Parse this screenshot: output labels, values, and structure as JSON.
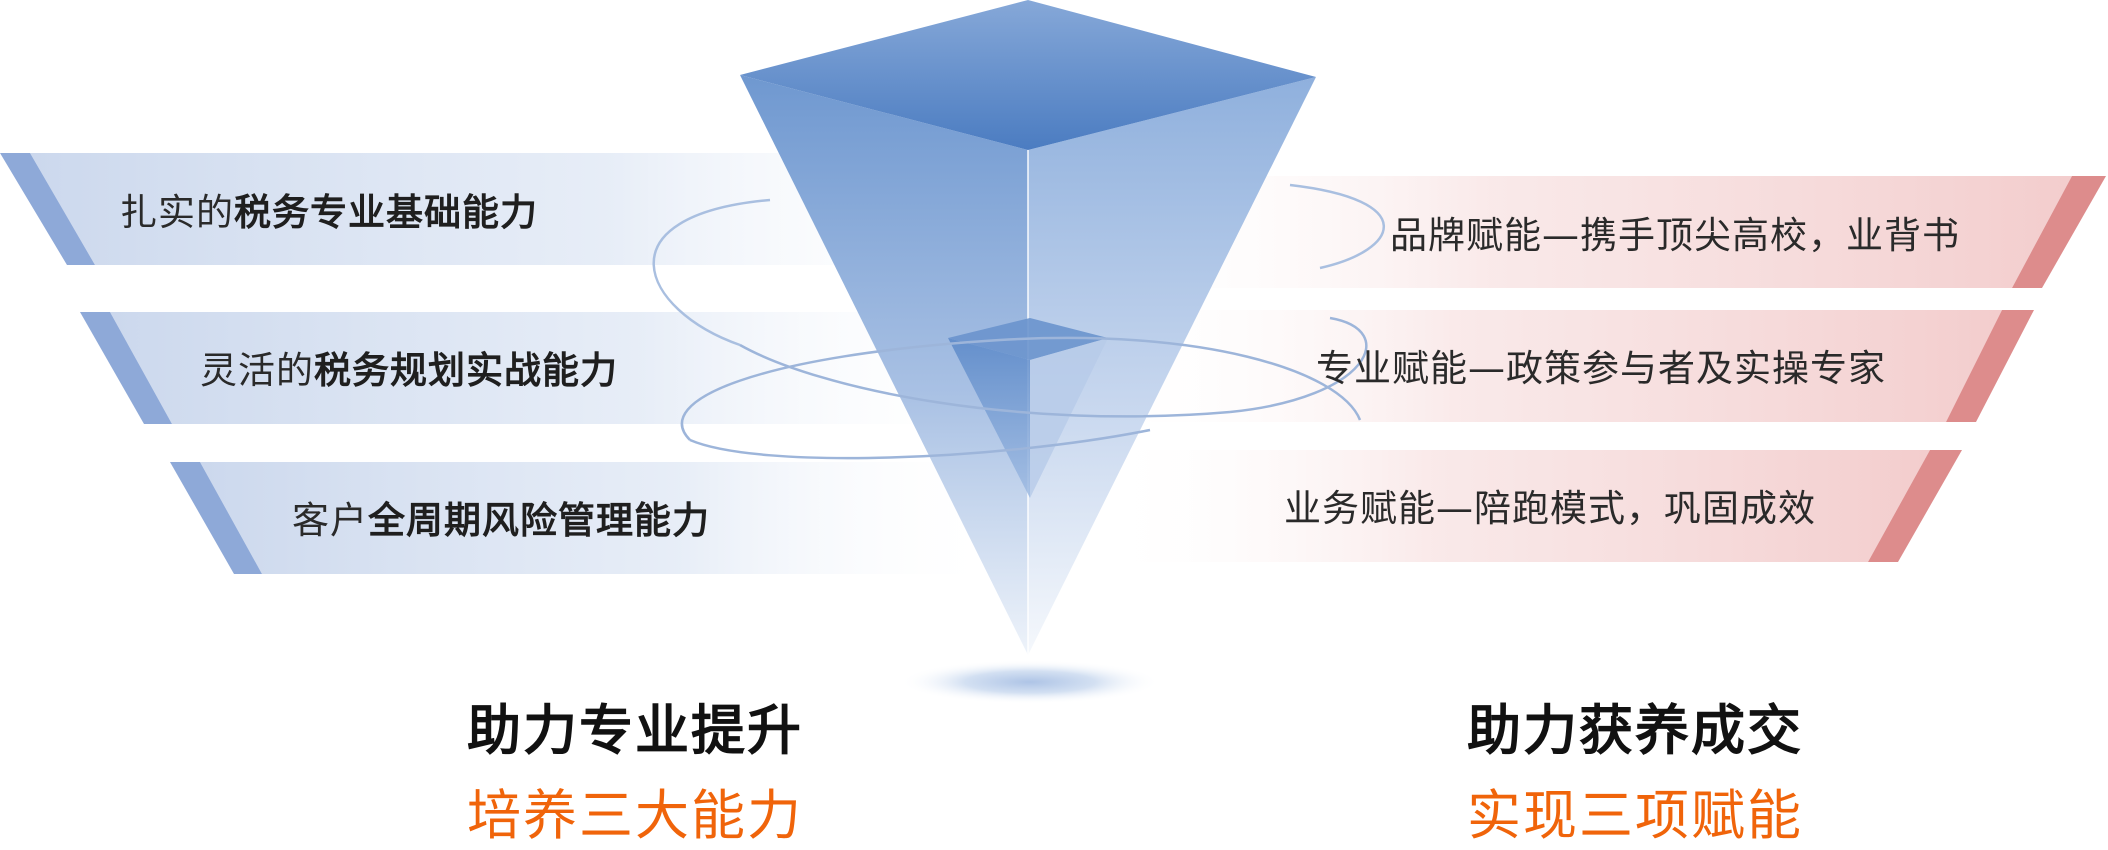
{
  "left_items": [
    {
      "plain": "扎实的",
      "bold": "税务专业基础能力"
    },
    {
      "plain": "灵活的",
      "bold": "税务规划实战能力"
    },
    {
      "plain": "客户",
      "bold": "全周期风险管理能力"
    }
  ],
  "right_items": [
    {
      "text": "品牌赋能—携手顶尖高校，业背书"
    },
    {
      "text": "专业赋能—政策参与者及实操专家"
    },
    {
      "text": "业务赋能—陪跑模式，巩固成效"
    }
  ],
  "left_caption": {
    "title": "助力专业提升",
    "subtitle": "培养三大能力"
  },
  "right_caption": {
    "title": "助力获养成交",
    "subtitle": "实现三项赋能"
  },
  "colors": {
    "left_band": "#c9d6ec",
    "left_edge": "#8ea9d8",
    "right_band": "#f3d2d2",
    "right_edge": "#dd8c8c",
    "pyramid": "#5d8ac8",
    "accent_orange": "#f0640a"
  }
}
